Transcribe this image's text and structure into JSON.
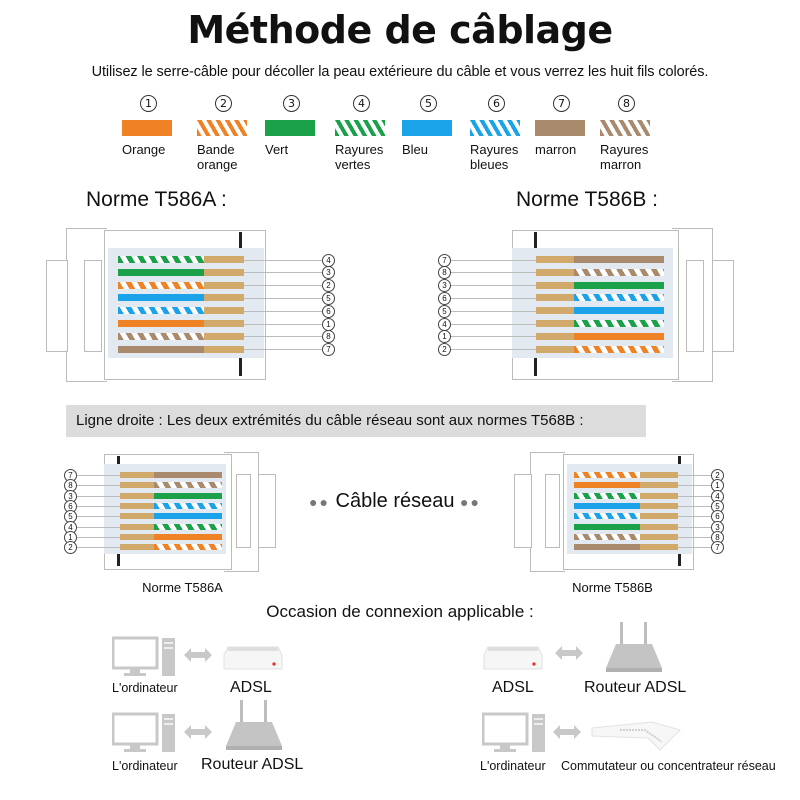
{
  "header": {
    "title": "Méthode de câblage",
    "subtitle": "Utilisez le serre-câble pour décoller la peau extérieure du câble et vous verrez les huit fils colorés."
  },
  "colors": {
    "orange": "#f08226",
    "green": "#1aa14a",
    "blue": "#1aa3e8",
    "brown": "#a98a6c",
    "gold_contact": "#d1a96a",
    "banner_bg": "#dcdcdc"
  },
  "legend": {
    "items": [
      {
        "num": "1",
        "label1": "Orange",
        "label2": "",
        "color": "#f08226",
        "striped": false
      },
      {
        "num": "2",
        "label1": "Bande",
        "label2": "orange",
        "color": "#f08226",
        "striped": true
      },
      {
        "num": "3",
        "label1": "Vert",
        "label2": "",
        "color": "#1aa14a",
        "striped": false
      },
      {
        "num": "4",
        "label1": "Rayures",
        "label2": "vertes",
        "color": "#1aa14a",
        "striped": true
      },
      {
        "num": "5",
        "label1": "Bleu",
        "label2": "",
        "color": "#1aa3e8",
        "striped": false
      },
      {
        "num": "6",
        "label1": "Rayures",
        "label2": "bleues",
        "color": "#1aa3e8",
        "striped": true
      },
      {
        "num": "7",
        "label1": "marron",
        "label2": "",
        "color": "#a98a6c",
        "striped": false
      },
      {
        "num": "8",
        "label1": "Rayures",
        "label2": "marron",
        "color": "#a98a6c",
        "striped": true
      }
    ]
  },
  "standards": {
    "t586a_title": "Norme T586A :",
    "t586b_title": "Norme T586B :",
    "t586a_pin_order": [
      "4",
      "3",
      "2",
      "5",
      "6",
      "1",
      "8",
      "7"
    ],
    "t586b_pin_order": [
      "7",
      "8",
      "3",
      "6",
      "5",
      "4",
      "1",
      "2"
    ]
  },
  "straight": {
    "banner": "Ligne droite : Les deux extrémités du câble réseau sont aux normes T568B :",
    "cable_label": "Câble réseau",
    "left_caption": "Norme T586A",
    "right_caption": "Norme T586B",
    "left_pin_order": [
      "7",
      "8",
      "3",
      "6",
      "5",
      "4",
      "1",
      "2"
    ],
    "right_pin_order": [
      "2",
      "1",
      "4",
      "5",
      "6",
      "3",
      "8",
      "7"
    ]
  },
  "connections": {
    "title": "Occasion de connexion applicable :",
    "pairs": [
      {
        "left_label": "L'ordinateur",
        "right_label": "ADSL"
      },
      {
        "left_label": "ADSL",
        "right_label": "Routeur ADSL"
      },
      {
        "left_label": "L'ordinateur",
        "right_label": "Routeur ADSL"
      },
      {
        "left_label": "L'ordinateur",
        "right_label": "Commutateur ou concentrateur réseau"
      }
    ]
  }
}
